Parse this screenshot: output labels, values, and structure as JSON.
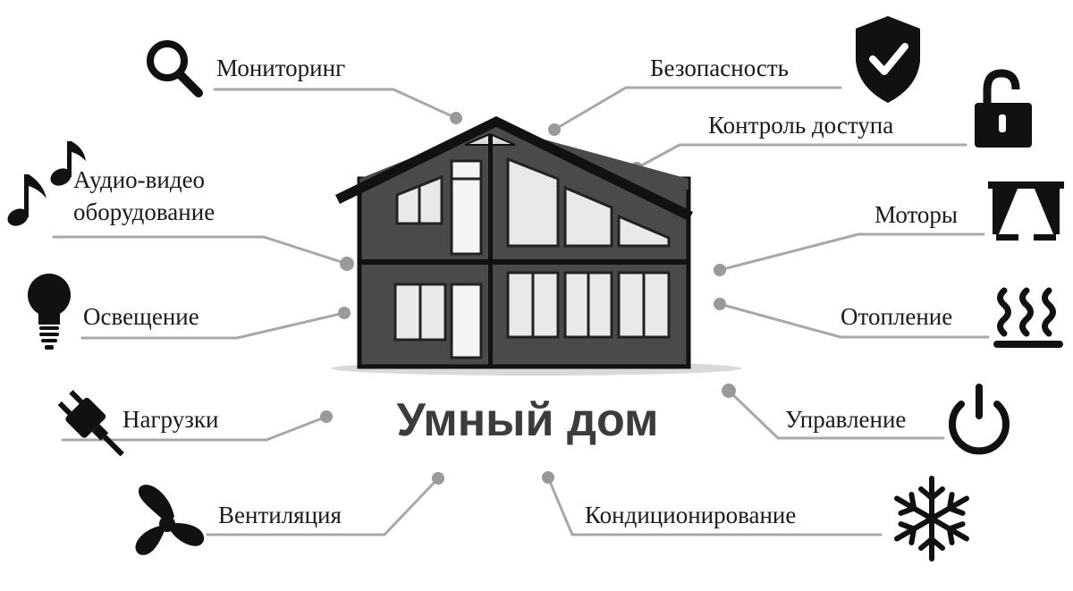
{
  "title": "Умный дом",
  "colors": {
    "line": "#a8a8a8",
    "dot": "#9a9a9a",
    "icon": "#111111",
    "house": "#4a4a4a",
    "title": "#3c3c3c"
  },
  "features": [
    {
      "label": "Мониторинг",
      "icon": "magnifier-icon"
    },
    {
      "label": "Безопасность",
      "icon": "shield-check-icon"
    },
    {
      "label": "Контроль доступа",
      "icon": "padlock-open-icon"
    },
    {
      "label": "Аудио-видео\nоборудование",
      "icon": "music-notes-icon"
    },
    {
      "label": "Моторы",
      "icon": "curtains-icon"
    },
    {
      "label": "Освещение",
      "icon": "light-bulb-icon"
    },
    {
      "label": "Отопление",
      "icon": "heating-icon"
    },
    {
      "label": "Нагрузки",
      "icon": "power-plug-icon"
    },
    {
      "label": "Управление",
      "icon": "power-button-icon"
    },
    {
      "label": "Вентиляция",
      "icon": "fan-icon"
    },
    {
      "label": "Кондиционирование",
      "icon": "snowflake-icon"
    }
  ]
}
